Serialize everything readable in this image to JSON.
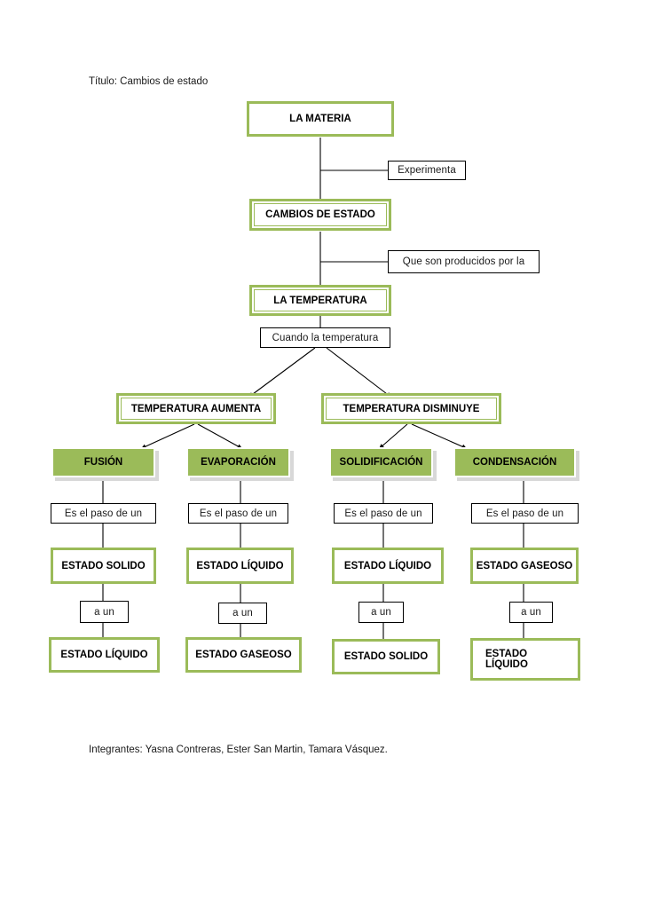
{
  "document": {
    "title_line": "Título: Cambios de estado",
    "footer_line": "Integrantes: Yasna Contreras, Ester San Martin, Tamara Vásquez."
  },
  "colors": {
    "green_fill": "#9BBB59",
    "green_border": "#9BBB59",
    "shadow": "#d8d8d8",
    "line": "#000000",
    "page_background": "#ffffff"
  },
  "diagram": {
    "type": "concept-map",
    "root": "LA MATERIA",
    "nodes": {
      "la_materia": "LA MATERIA",
      "experimenta": "Experimenta",
      "cambios_de_estado": "CAMBIOS DE ESTADO",
      "que_son_producidos": "Que son producidos  por la",
      "la_temperatura": "LA TEMPERATURA",
      "cuando_la_temperatura": "Cuando la temperatura",
      "temperatura_aumenta": "TEMPERATURA AUMENTA",
      "temperatura_disminuye": "TEMPERATURA DISMINUYE"
    },
    "branches": [
      {
        "process": "FUSIÓN",
        "connector_1": "Es el paso de un",
        "from_state": "ESTADO SOLIDO",
        "connector_2": "a un",
        "to_state": "ESTADO  LÍQUIDO",
        "to_state_line_1": "ESTADO  LÍQUIDO",
        "to_state_line_2": ""
      },
      {
        "process": "EVAPORACIÓN",
        "connector_1": "Es el paso de un",
        "from_state": "ESTADO LÍQUIDO",
        "connector_2": "a  un",
        "to_state": "ESTADO GASEOSO",
        "to_state_line_1": "ESTADO GASEOSO",
        "to_state_line_2": ""
      },
      {
        "process": "SOLIDIFICACIÓN",
        "connector_1": "Es el paso de un",
        "from_state": "ESTADO LÍQUIDO",
        "connector_2": "a un",
        "to_state": "ESTADO SOLIDO",
        "to_state_line_1": "ESTADO SOLIDO",
        "to_state_line_2": ""
      },
      {
        "process": "CONDENSACIÓN",
        "connector_1": "Es el paso de un",
        "from_state": "ESTADO GASEOSO",
        "connector_2": "a un",
        "to_state": "ESTADO LÍQUIDO",
        "to_state_line_1": "ESTADO",
        "to_state_line_2": "LÍQUIDO"
      }
    ]
  }
}
